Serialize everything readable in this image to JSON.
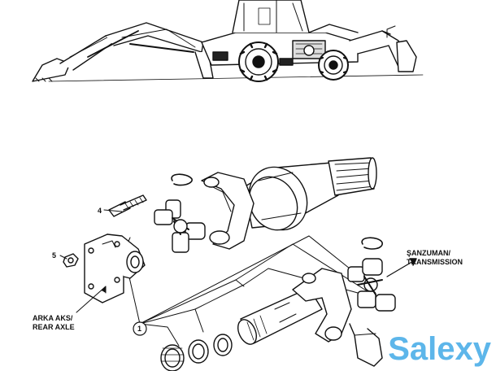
{
  "diagram": {
    "callouts": {
      "four": "4",
      "five": "5",
      "one": "1"
    },
    "labels": {
      "rear_axle_tr": "ARKA AKS/",
      "rear_axle_en": "REAR AXLE",
      "transmission_tr": "ŞANZUMAN/",
      "transmission_en": "TRANSMISSION"
    }
  },
  "watermark": {
    "text": "Salexy",
    "color": "#5db6ea"
  }
}
